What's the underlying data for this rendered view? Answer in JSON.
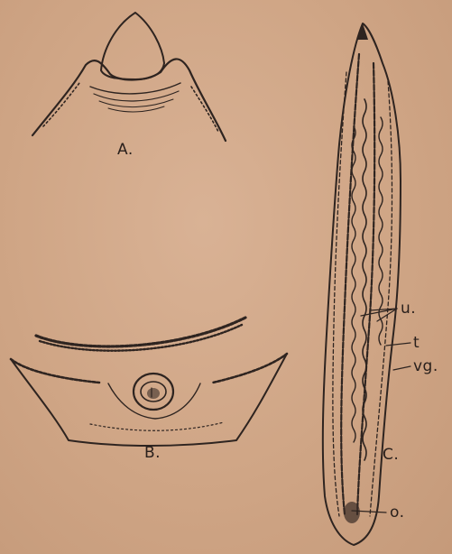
{
  "figures": [
    {
      "id": "A",
      "label": "A."
    },
    {
      "id": "B",
      "label": "B."
    },
    {
      "id": "C",
      "label": "C."
    }
  ],
  "annotations": [
    {
      "id": "u",
      "label": "u."
    },
    {
      "id": "t",
      "label": "t"
    },
    {
      "id": "vg",
      "label": "vg."
    },
    {
      "id": "o",
      "label": "o."
    }
  ],
  "colors": {
    "paper": "#d1a88a",
    "ink": "#2e2420"
  }
}
